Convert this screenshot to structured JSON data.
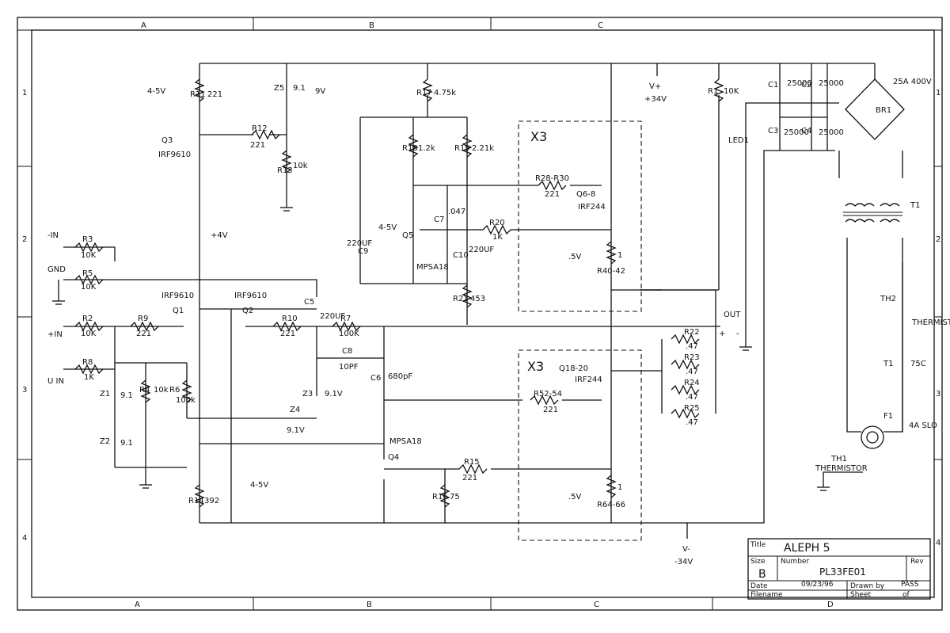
{
  "frame": {
    "cols_top": [
      "A",
      "B",
      "C"
    ],
    "cols_bottom": [
      "A",
      "B",
      "C",
      "D"
    ],
    "rows": [
      "1",
      "2",
      "3",
      "4"
    ]
  },
  "title_block": {
    "title_label": "Title",
    "title": "ALEPH 5",
    "size_label": "Size",
    "size": "B",
    "number_label": "Number",
    "number": "PL33FE01",
    "rev_label": "Rev",
    "date_label": "Date",
    "date": "09/23/96",
    "drawn_label": "Drawn by",
    "drawn_by": "PASS",
    "filename_label": "Filename",
    "sheet_label": "Sheet",
    "of_label": "of"
  },
  "labels": {
    "minus_in": "-IN",
    "gnd": "GND",
    "plus_in": "+IN",
    "u_in": "U IN",
    "r3": "R3",
    "r3v": "10K",
    "r5": "R5",
    "r5v": "10K",
    "r2": "R2",
    "r2v": "10K",
    "r9": "R9",
    "r9v": "221",
    "r8": "R8",
    "r8v": "1K",
    "z1": "Z1",
    "z1v": "9.1",
    "z2": "Z2",
    "z2v": "9.1",
    "r4": "R4",
    "r4v": "10k",
    "r6": "R6",
    "r6v": "100k",
    "q1": "Q1",
    "q1t": "IRF9610",
    "q2": "Q2",
    "q2t": "IRF9610",
    "r10": "R10",
    "r10v": "221",
    "r7": "R7",
    "r7v": "100K",
    "c5": "C5",
    "c5v": "220UF",
    "c8": "C8",
    "c8v": "10PF",
    "z3": "Z3",
    "z3v": "9.1V",
    "z4": "Z4",
    "z4v": "9.1V",
    "c6": "C6",
    "c6v": "680pF",
    "r14": "R14",
    "r14v": "392",
    "v45a": "4-5V",
    "v45b": "4-5V",
    "v45c": "4-5V",
    "q3": "Q3",
    "q3t": "IRF9610",
    "r11": "R11",
    "r11v": "221",
    "r12": "R12",
    "r12v": "221",
    "r13": "R13",
    "r13v": "10k",
    "z5": "Z5",
    "z5v": "9.1",
    "v9": "9V",
    "plus4v": "+4V",
    "r17": "R17",
    "r17v": "4.75k",
    "r18": "R18",
    "r18v": "1.2k",
    "r19": "R19",
    "r19v": "2.21k",
    "c7": "C7",
    "c7v": ".047",
    "q5": "Q5",
    "q5t": "MPSA18",
    "c9": "C9",
    "c9v": "220UF",
    "c10": "C10",
    "c10v": "220UF",
    "r20": "R20",
    "r20v": "1K",
    "r21": "R21",
    "r21v": "453",
    "x3a": "X3",
    "x3b": "X3",
    "r28": "R28-R30",
    "r28v": "221",
    "q6": "Q6-8",
    "q6t": "IRF244",
    "r40": "R40-42",
    "r40v": "1",
    "v5a": ".5V",
    "q18": "Q18-20",
    "q18t": "IRF244",
    "r52": "R52-54",
    "r52v": "221",
    "r64": "R64-66",
    "r64v": "1",
    "v5b": ".5V",
    "q4t": "MPSA18",
    "q4": "Q4",
    "r15": "R15",
    "r15v": "221",
    "r16": "R16",
    "r16v": "75",
    "vplus": "V+",
    "vplus_v": "+34V",
    "vminus": "V-",
    "vminus_v": "-34V",
    "r1": "R1",
    "r1v": "10K",
    "led1": "LED1",
    "c1": "C1",
    "c1v": "25000",
    "c2": "C2",
    "c2v": "25000",
    "c3": "C3",
    "c3v": "25000",
    "c4": "C4",
    "c4v": "25000",
    "br1": "BR1",
    "br1v": "25A 400V",
    "t1": "T1",
    "t1b": "T1",
    "r22": "R22",
    "r22v": ".47",
    "r23": "R23",
    "r23v": ".47",
    "r24": "R24",
    "r24v": ".47",
    "r25": "R25",
    "r25v": ".47",
    "out": "OUT",
    "plus": "+",
    "minus": "-",
    "th2": "TH2",
    "thermistor": "THERMISTOR",
    "c75": "75C",
    "f1": "F1",
    "f1v": "4A SLO",
    "th1": "TH1",
    "th1v": "THERMISTOR"
  }
}
